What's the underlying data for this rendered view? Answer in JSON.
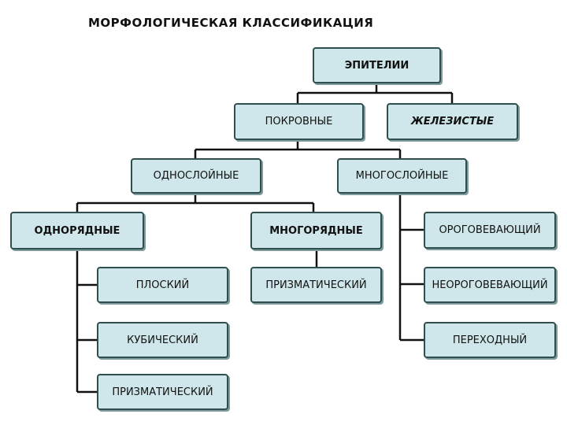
{
  "title": "МОРФОЛОГИЧЕСКАЯ КЛАССИФИКАЦИЯ",
  "nodes": {
    "epithelia": "ЭПИТЕЛИИ",
    "covering": "ПОКРОВНЫЕ",
    "glandular": "ЖЕЛЕЗИСТЫЕ",
    "single_layer": "ОДНОСЛОЙНЫЕ",
    "multi_layer": "МНОГОСЛОЙНЫЕ",
    "single_row": "ОДНОРЯДНЫЕ",
    "multi_row": "МНОГОРЯДНЫЕ",
    "flat": "ПЛОСКИЙ",
    "cubic": "КУБИЧЕСКИЙ",
    "prismatic_single": "ПРИЗМАТИЧЕСКИЙ",
    "prismatic_multi": "ПРИЗМАТИЧЕСКИЙ",
    "keratinizing": "ОРОГОВЕВАЮЩИЙ",
    "non_keratinizing": "НЕОРОГОВЕВАЮЩИЙ",
    "transitional": "ПЕРЕХОДНЫЙ"
  }
}
